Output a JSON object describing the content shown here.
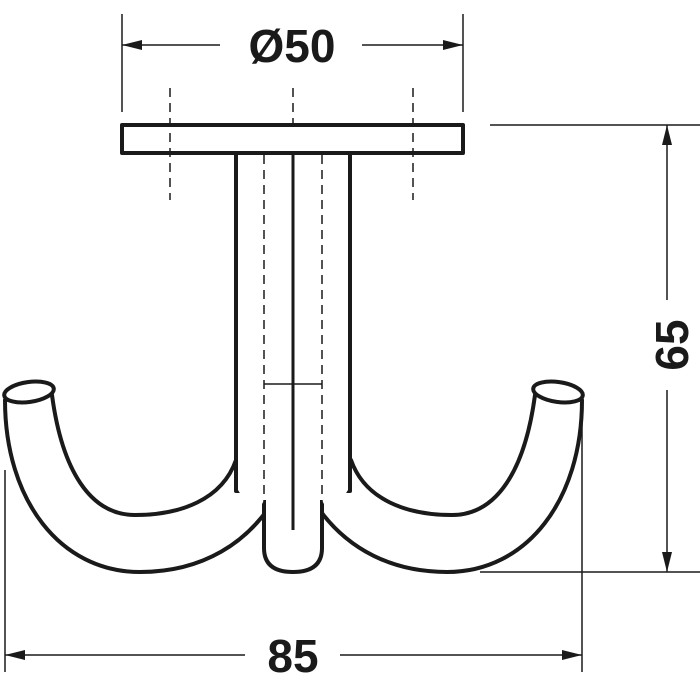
{
  "drawing": {
    "diameter_label": "Ø50",
    "height_label": "65",
    "width_label": "85"
  },
  "colors": {
    "line": "#1a1a1a",
    "background": "#ffffff"
  }
}
